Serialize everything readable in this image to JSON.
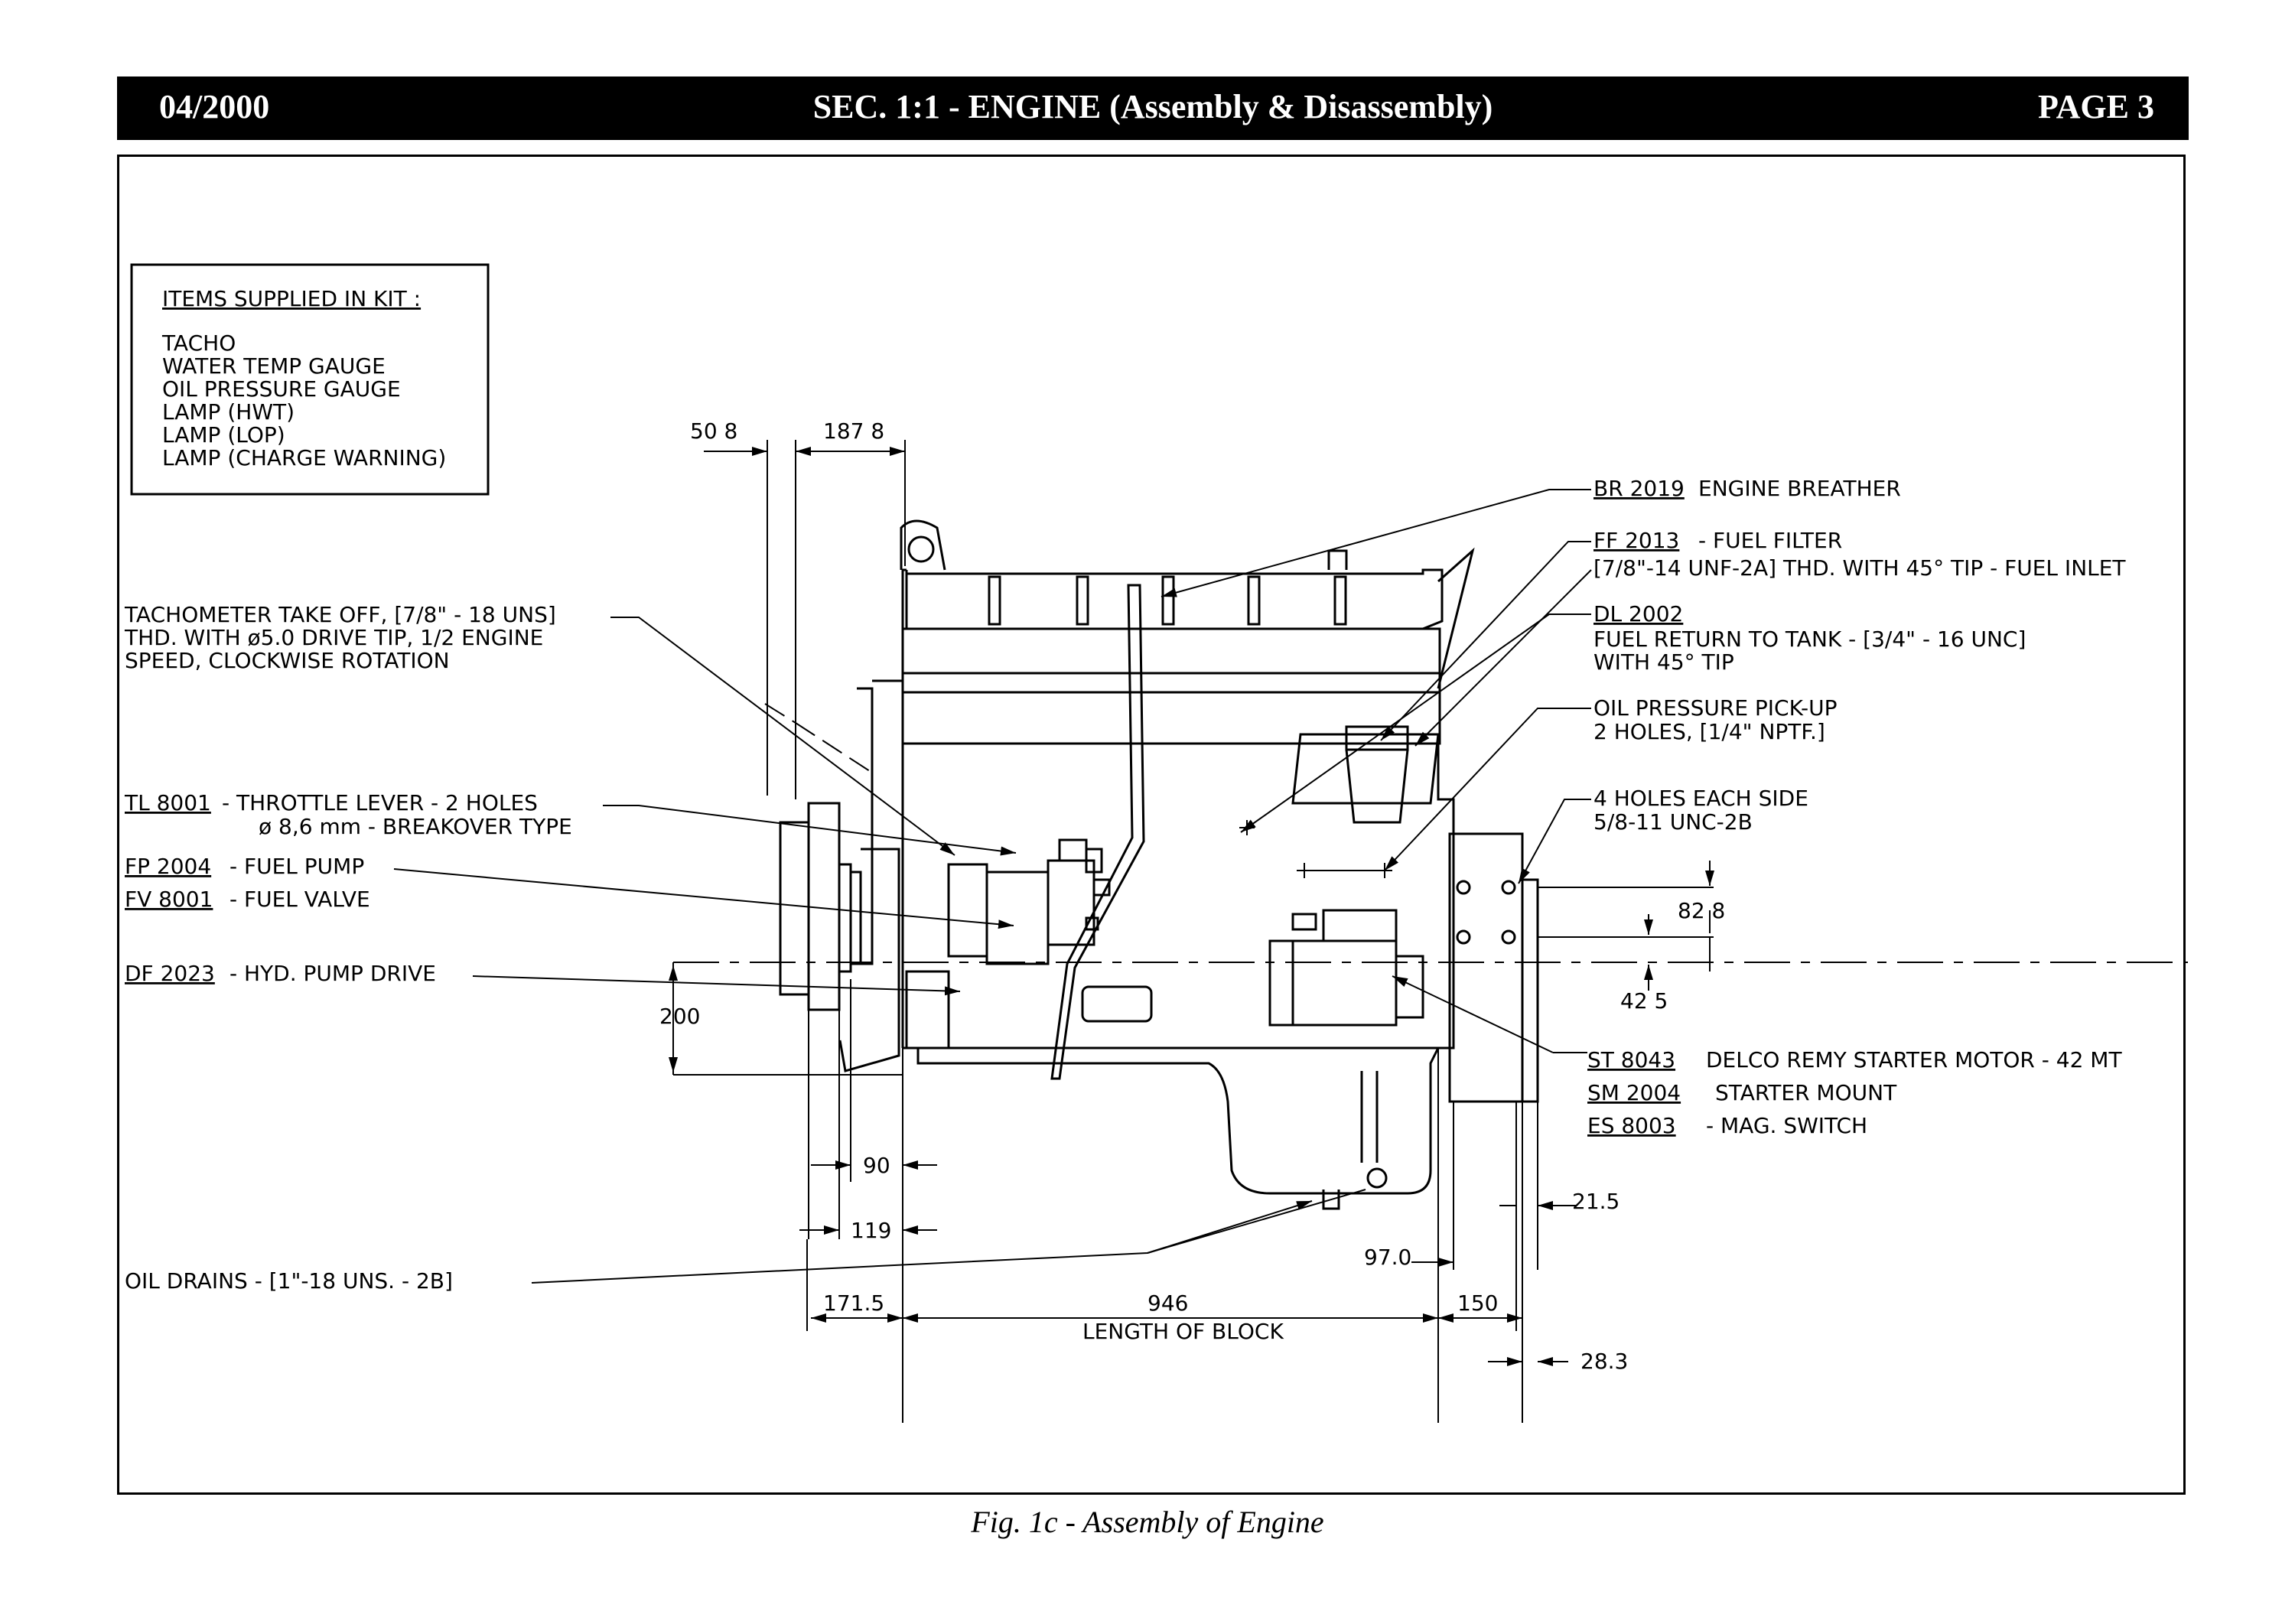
{
  "header": {
    "date": "04/2000",
    "section": "SEC. 1:1 - ENGINE (Assembly & Disassembly)",
    "page": "PAGE 3"
  },
  "kit": {
    "title": "ITEMS SUPPLIED IN KIT :",
    "items": [
      "TACHO",
      "WATER TEMP GAUGE",
      "OIL PRESSURE GAUGE",
      "LAMP (HWT)",
      "LAMP (LOP)",
      "LAMP (CHARGE WARNING)"
    ]
  },
  "labels": {
    "tacho": [
      "TACHOMETER TAKE OFF, [7/8\" - 18 UNS]",
      "THD. WITH ø5.0 DRIVE TIP, 1/2 ENGINE",
      "SPEED, CLOCKWISE ROTATION"
    ],
    "throttle_code": "TL 8001",
    "throttle_text": "- THROTTLE LEVER - 2 HOLES",
    "throttle_line2": "ø 8,6 mm - BREAKOVER TYPE",
    "fuel_pump_code": "FP 2004",
    "fuel_pump_text": "- FUEL PUMP",
    "fuel_valve_code": "FV 8001",
    "fuel_valve_text": "- FUEL VALVE",
    "hyd_code": "DF 2023",
    "hyd_text": "- HYD. PUMP DRIVE",
    "oil_drains": "OIL DRAINS - [1\"-18 UNS. - 2B]",
    "breather_code": "BR 2019",
    "breather_text": "ENGINE BREATHER",
    "filter_code": "FF 2013",
    "filter_text": "- FUEL FILTER",
    "filter_line2": "[7/8\"-14 UNF-2A] THD. WITH 45° TIP - FUEL INLET",
    "return_code": "DL 2002",
    "return_line1": "FUEL RETURN TO TANK - [3/4\" - 16 UNC]",
    "return_line2": "WITH 45° TIP",
    "oilpress_line1": "OIL PRESSURE PICK-UP",
    "oilpress_line2": "2 HOLES, [1/4\" NPTF.]",
    "holes_line1": "4 HOLES EACH SIDE",
    "holes_line2": "5/8-11 UNC-2B",
    "starter_code": "ST 8043",
    "starter_text": "DELCO REMY STARTER MOTOR - 42 MT",
    "mount_code": "SM 2004",
    "mount_text": "STARTER MOUNT",
    "switch_code": "ES 8003",
    "switch_text": "- MAG. SWITCH"
  },
  "dimensions": {
    "d508": "50 8",
    "d1878": "187 8",
    "d828": "82 8",
    "d425": "42 5",
    "d200": "200",
    "d90": "90",
    "d119": "119",
    "d97": "97.0",
    "d215": "21.5",
    "d1715": "171.5",
    "d946": "946",
    "length_of_block": "LENGTH OF BLOCK",
    "d150": "150",
    "d283": "28.3"
  },
  "caption": "Fig. 1c - Assembly of Engine"
}
